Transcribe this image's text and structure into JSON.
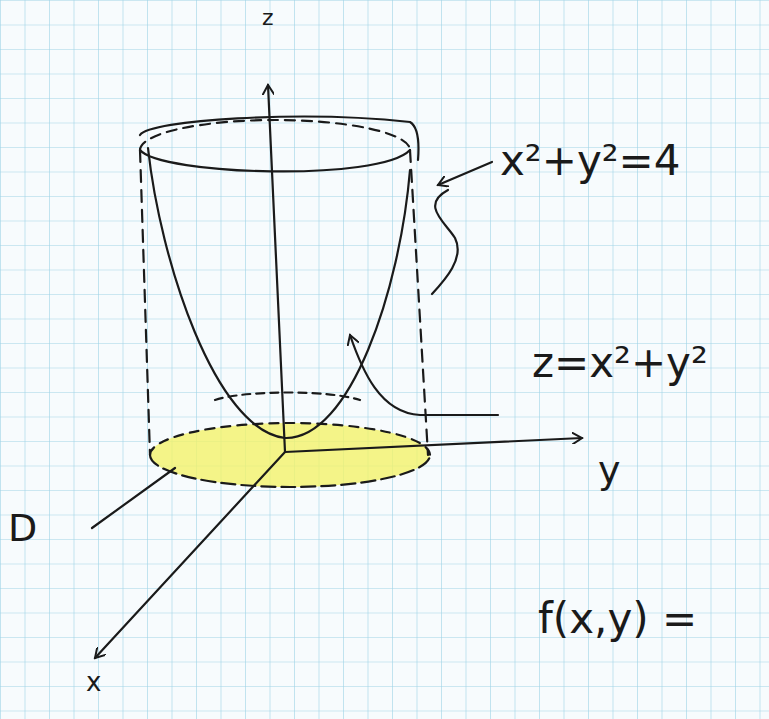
{
  "diagram": {
    "labels": [
      "z",
      "x²+y²=4",
      "z=x²+y²",
      "y",
      "D",
      "x",
      "f(x,y) ="
    ]
  }
}
